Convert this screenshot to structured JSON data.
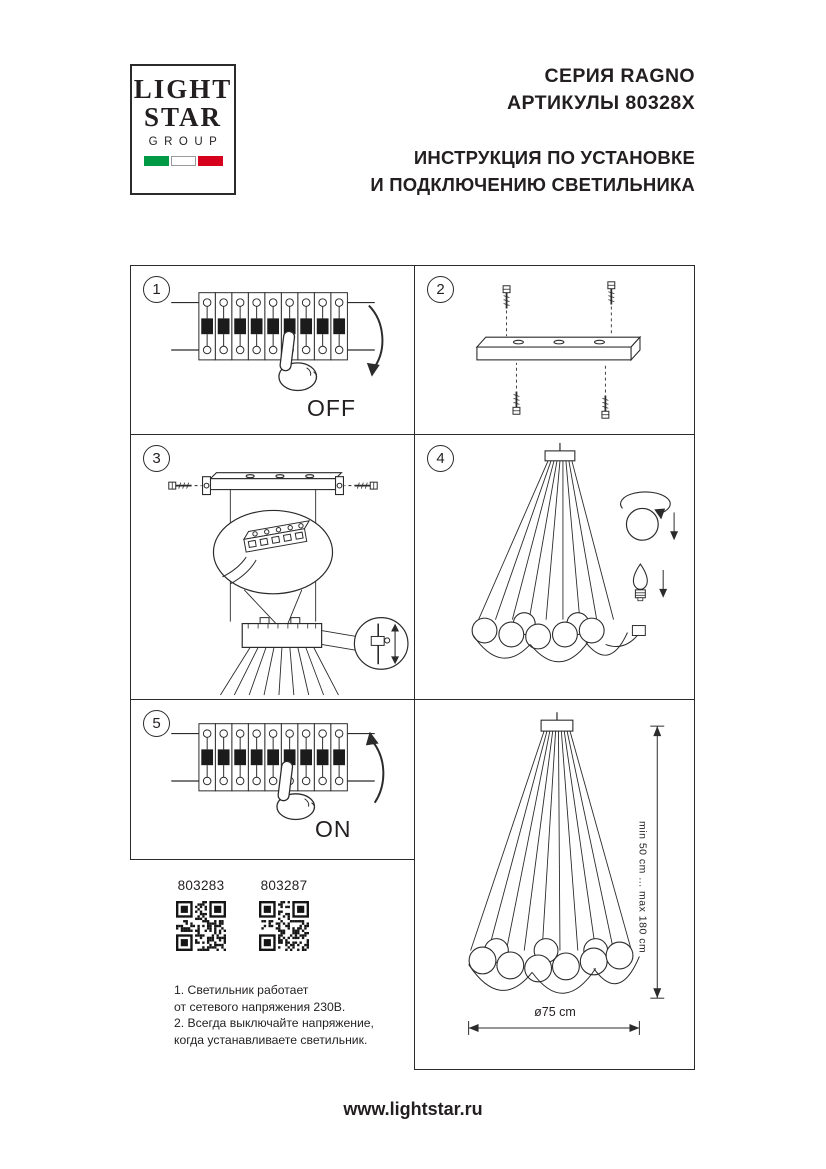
{
  "brand": {
    "logo_line1": "LIGHT",
    "logo_line2": "STAR",
    "logo_line3": "GROUP",
    "flag_green": "#009a44",
    "flag_red": "#d6001c"
  },
  "header": {
    "series": "СЕРИЯ RAGNO",
    "articles": "АРТИКУЛЫ 80328X",
    "instruction_line1": "ИНСТРУКЦИЯ ПО УСТАНОВКЕ",
    "instruction_line2": "И ПОДКЛЮЧЕНИЮ СВЕТИЛЬНИКА"
  },
  "steps": {
    "step1": {
      "number": "1",
      "switch_label": "OFF"
    },
    "step2": {
      "number": "2"
    },
    "step3": {
      "number": "3"
    },
    "step4": {
      "number": "4"
    },
    "step5": {
      "number": "5",
      "switch_label": "ON"
    }
  },
  "qr_section": {
    "articles": [
      "803283",
      "803287"
    ],
    "notes": [
      "1. Светильник работает",
      "от сетевого напряжения 230В.",
      "2. Всегда выключайте напряжение,",
      "когда устанавливаете светильник."
    ]
  },
  "dimensions": {
    "height_range": "min 50 cm ... max 180 cm",
    "diameter": "ø75 cm"
  },
  "footer": {
    "website": "www.lightstar.ru"
  }
}
